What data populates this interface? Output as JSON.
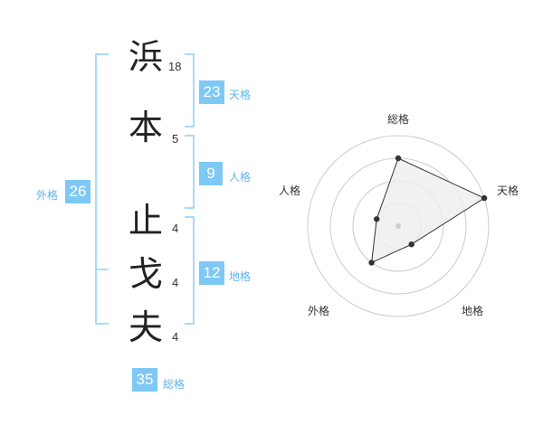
{
  "name": {
    "chars": [
      {
        "char": "浜",
        "strokes": "18"
      },
      {
        "char": "本",
        "strokes": "5"
      },
      {
        "char": "止",
        "strokes": "4"
      },
      {
        "char": "戈",
        "strokes": "4"
      },
      {
        "char": "夫",
        "strokes": "4"
      }
    ]
  },
  "kakusu": {
    "tenkaku": {
      "value": "23",
      "label": "天格"
    },
    "jinkaku": {
      "value": "9",
      "label": "人格"
    },
    "chikaku": {
      "value": "12",
      "label": "地格"
    },
    "gaikaku": {
      "value": "26",
      "label": "外格"
    },
    "soukaku": {
      "value": "35",
      "label": "総格"
    }
  },
  "chart_data": {
    "type": "radar",
    "axes": [
      "総格",
      "天格",
      "地格",
      "外格",
      "人格"
    ],
    "values": [
      3,
      4,
      1,
      2,
      1
    ],
    "rmax": 4,
    "rings": 4
  },
  "colors": {
    "accent": "#7ec8f5",
    "bracket": "#8ccff5",
    "ring": "#cccccc",
    "fill": "#eeeeee",
    "stroke": "#333333"
  }
}
